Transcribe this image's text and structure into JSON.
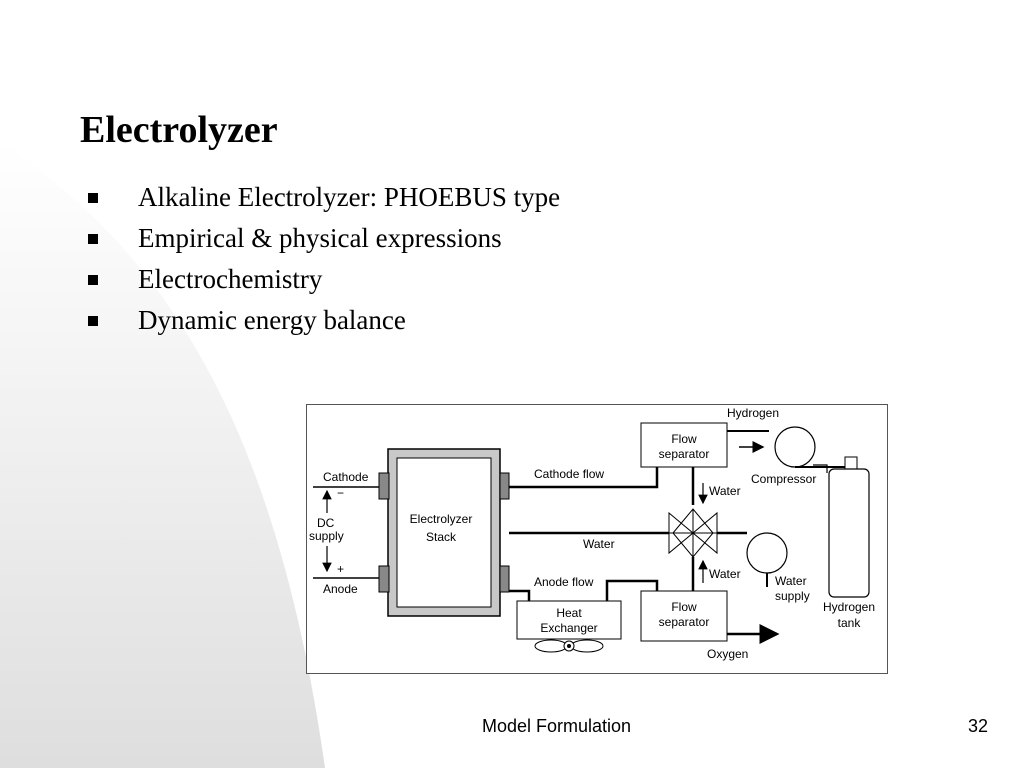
{
  "slide": {
    "title": "Electrolyzer",
    "bullets": [
      "Alkaline Electrolyzer: PHOEBUS type",
      "Empirical & physical expressions",
      "Electrochemistry",
      "Dynamic energy balance"
    ]
  },
  "diagram": {
    "labels": {
      "hydrogen": "Hydrogen",
      "flow_separator_top_1": "Flow",
      "flow_separator_top_2": "separator",
      "compressor": "Compressor",
      "water_top": "Water",
      "cathode_flow": "Cathode flow",
      "cathode": "Cathode",
      "minus": "−",
      "dc": "DC",
      "supply": "supply",
      "plus": "+",
      "anode": "Anode",
      "stack_1": "Electrolyzer",
      "stack_2": "Stack",
      "water_mid": "Water",
      "water_bottom": "Water",
      "water_supply_1": "Water",
      "water_supply_2": "supply",
      "anode_flow": "Anode flow",
      "heat_1": "Heat",
      "heat_2": "Exchanger",
      "flow_separator_bottom_1": "Flow",
      "flow_separator_bottom_2": "separator",
      "hydrogen_tank_1": "Hydrogen",
      "hydrogen_tank_2": "tank",
      "oxygen": "Oxygen"
    }
  },
  "footer": {
    "title": "Model Formulation",
    "page": "32"
  }
}
